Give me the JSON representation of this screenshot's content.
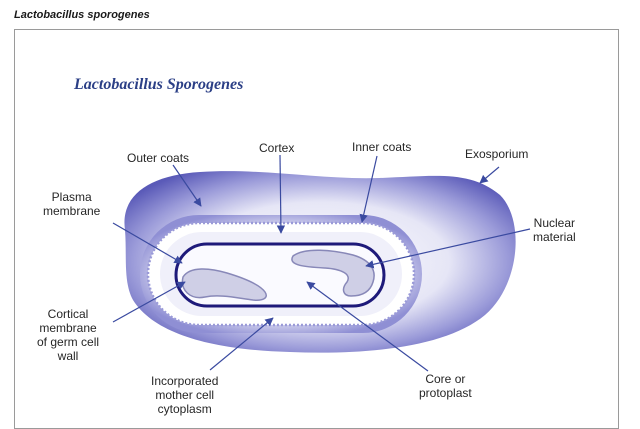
{
  "caption": "Lactobacillus sporogenes",
  "diagram": {
    "title": "Lactobacillus Sporogenes",
    "labels": {
      "outer_coats": "Outer coats",
      "cortex": "Cortex",
      "inner_coats": "Inner coats",
      "exosporium": "Exosporium",
      "plasma_membrane": "Plasma\nmembrane",
      "nuclear_material": "Nuclear\nmaterial",
      "cortical_membrane": "Cortical\nmembrane\nof germ cell\nwall",
      "incorporated_mother_cell": "Incorporated\nmother cell\ncytoplasm",
      "core_protoplast": "Core or\nprotoplast"
    },
    "colors": {
      "title": "#2b3f86",
      "exosporium_fill": "#6e6ec8",
      "cortex_fill": "#e9e9f7",
      "membrane_stroke": "#1e1a7a",
      "core_fill": "#f7f7fd",
      "nucleoid_fill": "#cfcfe6",
      "pointer": "#3a4aa0"
    }
  }
}
